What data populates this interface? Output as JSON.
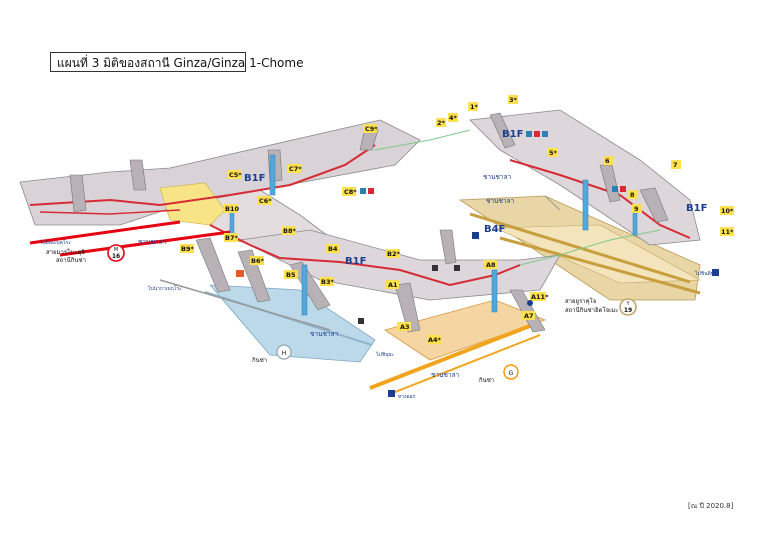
{
  "title": "แผนที่ 3 มิติของสถานี Ginza/Ginza 1-Chome",
  "footnote": "[ณ ปี 2020.8]",
  "floors": {
    "b1f_left": "B1F",
    "b1f_center": "B1F",
    "b1f_top": "B1F",
    "b1f_right": "B1F",
    "b4f": "B4F"
  },
  "exits": {
    "c9": "C9*",
    "c8": "C8*",
    "c7": "C7*",
    "c6": "C6*",
    "c5": "C5*",
    "b10": "B10",
    "b9": "B9*",
    "b8": "B8*",
    "b7": "B7*",
    "b6": "B6*",
    "b5": "B5",
    "b4": "B4",
    "b3": "B3*",
    "b2": "B2*",
    "a1": "A1",
    "a3": "A3",
    "a4": "A4*",
    "a7": "A7",
    "a8": "A8",
    "a11": "A11*",
    "e1": "1*",
    "e2": "2*",
    "e3": "3*",
    "e4": "4*",
    "e5": "5*",
    "e6": "6",
    "e7": "7",
    "e8": "8",
    "e9": "9",
    "e10": "10*",
    "e11": "11*"
  },
  "lines": {
    "m16_code": "M",
    "m16_num": "16",
    "y19_code": "Y",
    "y19_num": "19",
    "h09_code": "H",
    "g09_code": "G",
    "y_line_name": "สายยูราคุโจ",
    "y_line_station": "สถานีกินซ่าอิตโจเมะ",
    "m_line_name": "สายมารุโนะอุจิ",
    "m_line_station": "สถานีกินซ่า",
    "h_station": "กินซ่า",
    "g_station": "กินซ่า"
  },
  "labels": {
    "platform_m": "ชานชาลา",
    "platform_h": "ชานชาลา",
    "platform_g": "ชานชาลา",
    "platform_y": "ชานชาลา",
    "platform_y2": "ชานชาลา",
    "to_ikebukuro": "ไปอิเคะบุคุโระ",
    "to_nakameguro": "ไปนากาเมกุโระ",
    "to_shibuya": "ไปชิบุยะ",
    "to_shinkiba": "ไปชินคิบะ",
    "gate_label": "ทางออก"
  }
}
